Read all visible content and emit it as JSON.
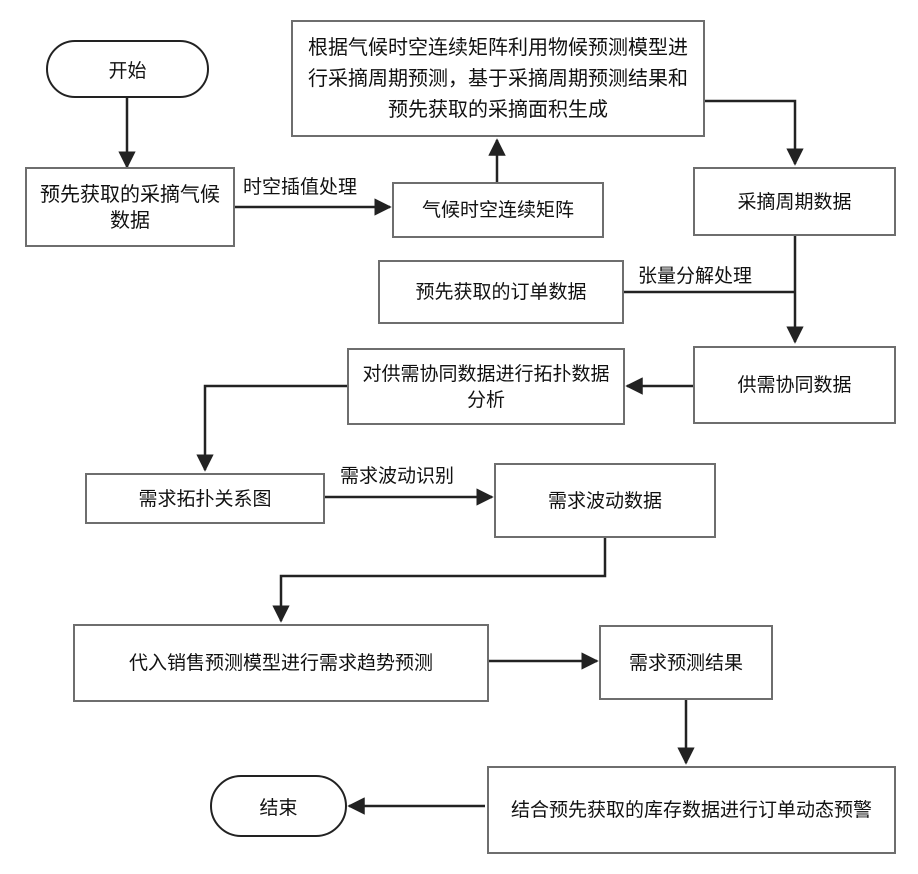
{
  "nodes": {
    "start": "开始",
    "climate_data": "预先获取的采摘气候数据",
    "climate_matrix": "气候时空连续矩阵",
    "harvest_predict": "根据气候时空连续矩阵利用物候预测模型进行采摘周期预测，基于采摘周期预测结果和预先获取的采摘面积生成",
    "harvest_cycle": "采摘周期数据",
    "order_data": "预先获取的订单数据",
    "supply_demand": "供需协同数据",
    "topology_analysis": "对供需协同数据进行拓扑数据分析",
    "topology_graph": "需求拓扑关系图",
    "fluctuation_data": "需求波动数据",
    "trend_predict": "代入销售预测模型进行需求趋势预测",
    "predict_result": "需求预测结果",
    "warning": "结合预先获取的库存数据进行订单动态预警",
    "end": "结束"
  },
  "edge_labels": {
    "interpolation": "时空插值处理",
    "tensor": "张量分解处理",
    "fluctuation_id": "需求波动识别"
  }
}
